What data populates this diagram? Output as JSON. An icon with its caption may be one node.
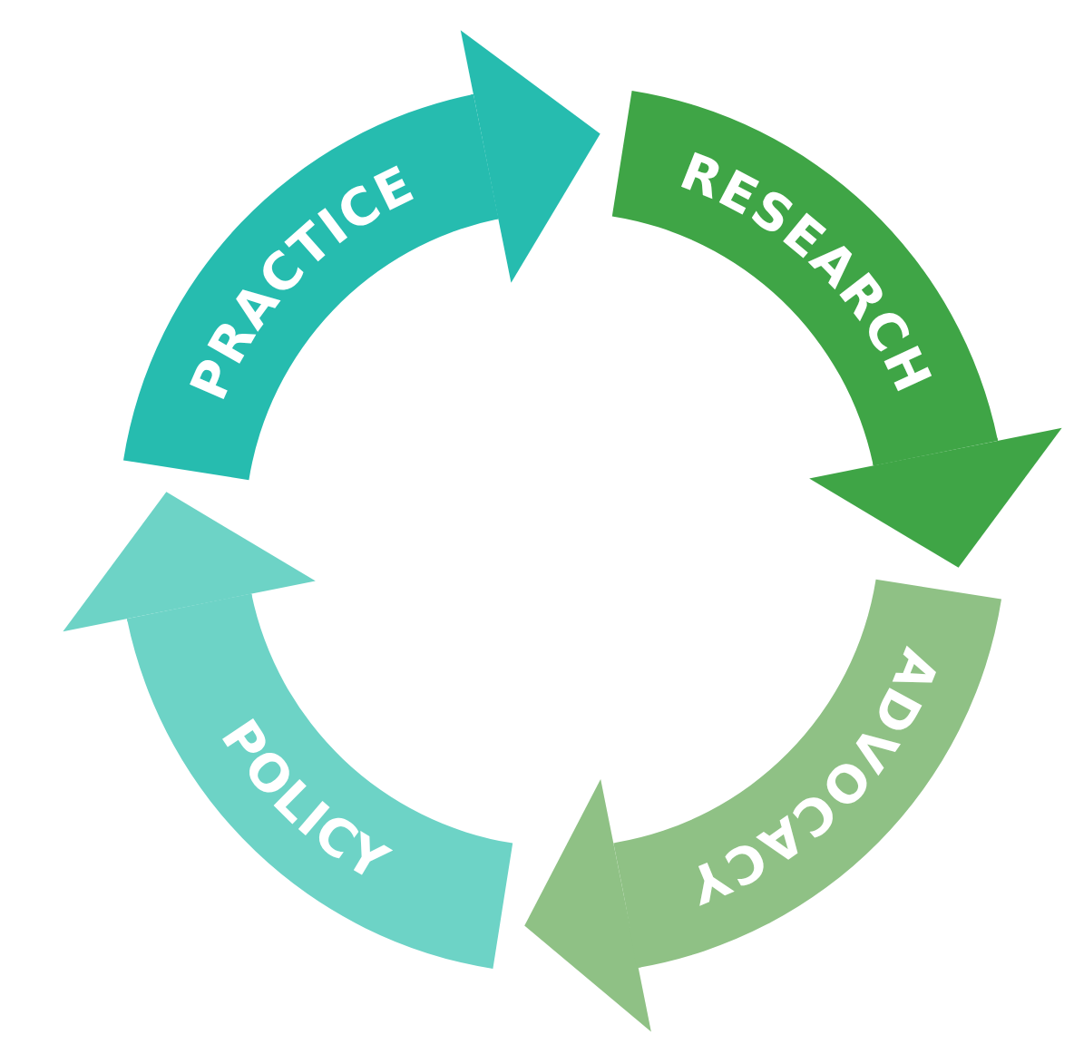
{
  "diagram": {
    "nodes": [
      {
        "text": [
          "PRACTICE"
        ]
      },
      {
        "text": [
          "RESEARCH"
        ]
      },
      {
        "text": [
          "ADVOCACY"
        ]
      },
      {
        "text": [
          "POLICY"
        ]
      }
    ],
    "edges": [
      {
        "from": 0,
        "to": 1,
        "arrow": "to",
        "color": "#26bcaf"
      },
      {
        "from": 1,
        "to": 2,
        "arrow": "to",
        "color": "#3fa546"
      },
      {
        "from": 2,
        "to": 3,
        "arrow": "to",
        "color": "#8fc185"
      },
      {
        "from": 3,
        "to": 0,
        "arrow": "to",
        "color": "#6dd3c6"
      }
    ]
  }
}
